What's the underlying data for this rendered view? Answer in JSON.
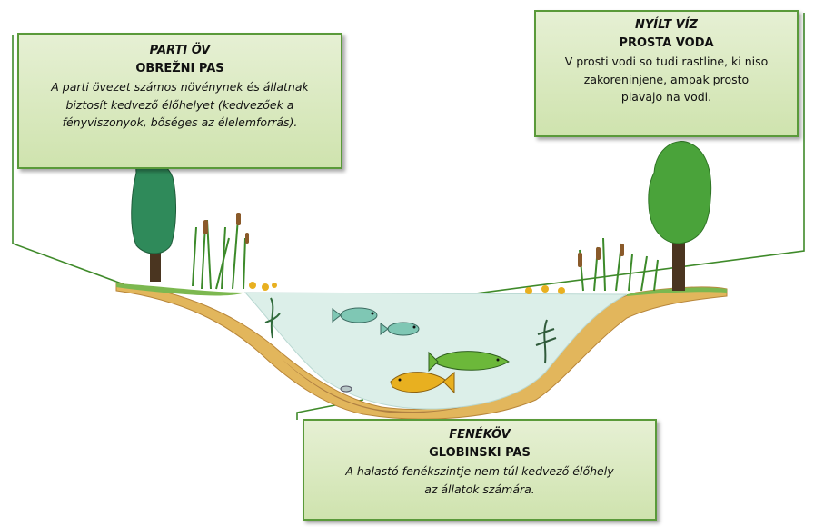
{
  "boxes": {
    "shore": {
      "title_hu": "PARTI ÖV",
      "title_sl": "OBREŽNI PAS",
      "desc_lines": [
        "A parti övezet számos növénynek és állatnak",
        "biztosít kedvező élőhelyet (kedvezőek a",
        "fényviszonyok, bőséges az élelemforrás)."
      ]
    },
    "open_water": {
      "title_hu": "NYÍLT VÍZ",
      "title_sl": "PROSTA VODA",
      "desc_lines": [
        "V prosti vodi so tudi rastline, ki niso",
        "zakoreninjene, ampak prosto",
        "plavajo na vodi."
      ]
    },
    "bottom": {
      "title_hu": "FENÉKÖV",
      "title_sl": "GLOBINSKI PAS",
      "desc_lines": [
        "A halastó fenékszintje nem túl kedvező élőhely",
        "az állatok számára."
      ]
    }
  },
  "colors": {
    "box_border": "#5a9a3a",
    "box_fill": "#d8e8bc",
    "water": "#dceee8",
    "bank": "#e0b55a",
    "grass": "#7cb850",
    "tree_crown": "#2f8a5a",
    "tree_crown_right": "#4aa33a",
    "trunk": "#4a3520",
    "fish_teal": "#7fc7b4",
    "fish_pike": "#6cb83a",
    "fish_carp": "#e8b020"
  }
}
